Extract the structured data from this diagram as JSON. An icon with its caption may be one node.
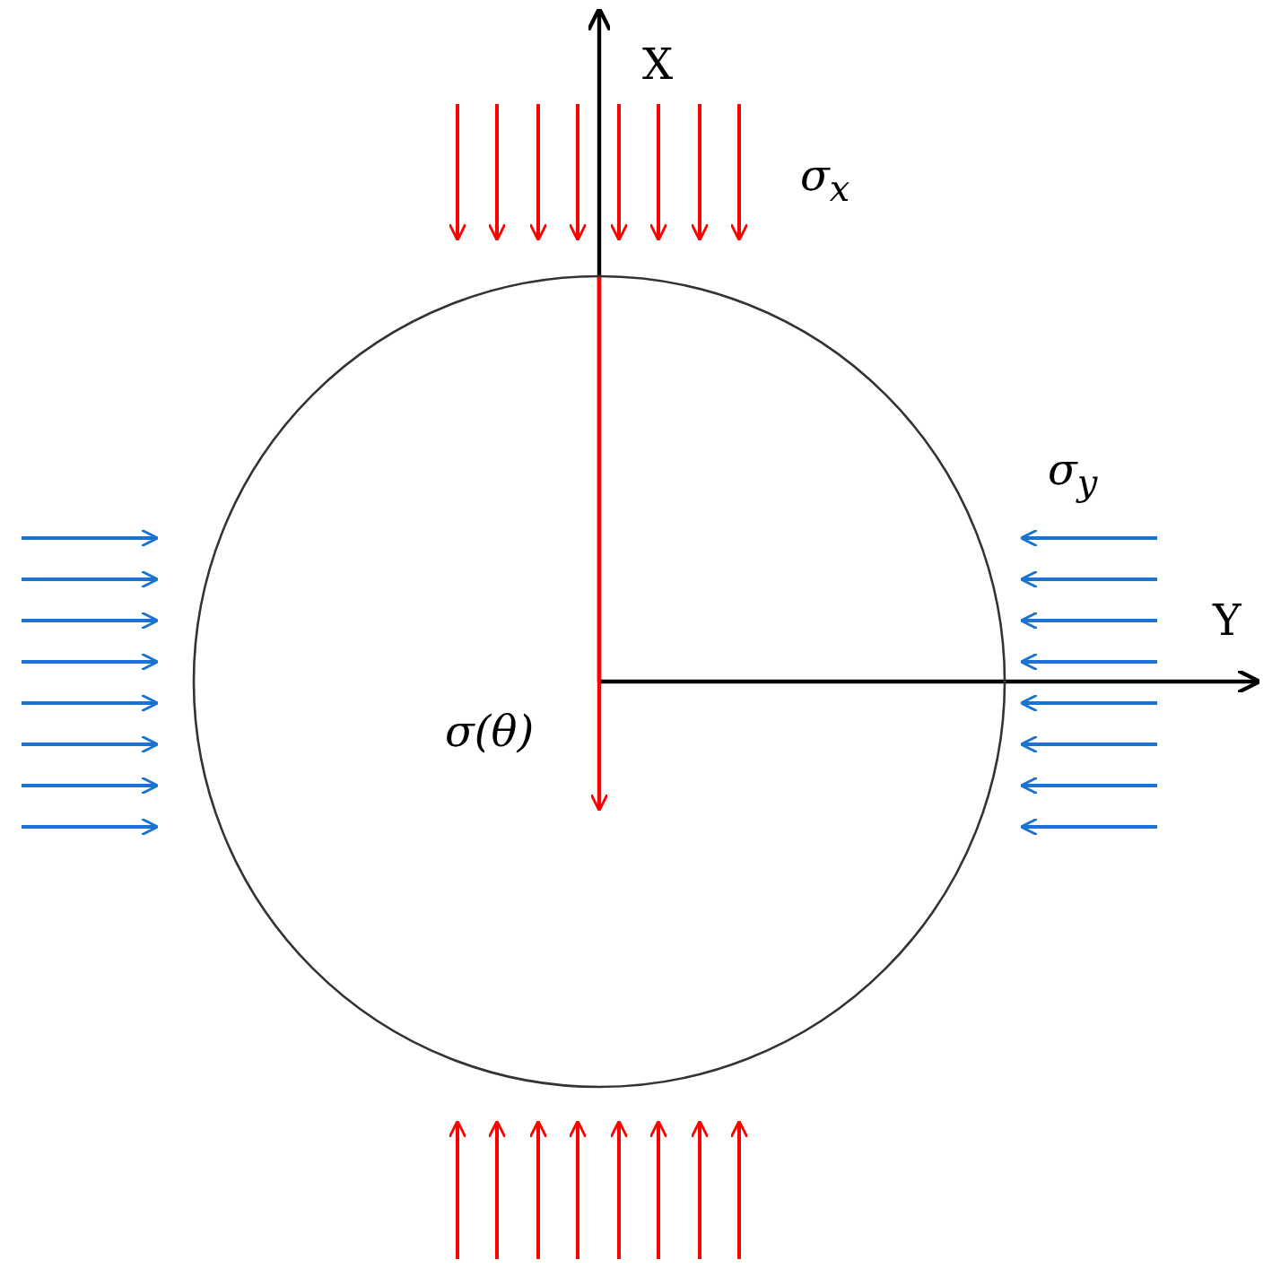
{
  "diagram": {
    "nodes": [
      {
        "text": [],
        "shape": "circle"
      }
    ],
    "labels": [
      "X",
      "σ$_{x}$",
      "σ$_{y}$",
      "Y",
      "σ(θ)"
    ]
  }
}
